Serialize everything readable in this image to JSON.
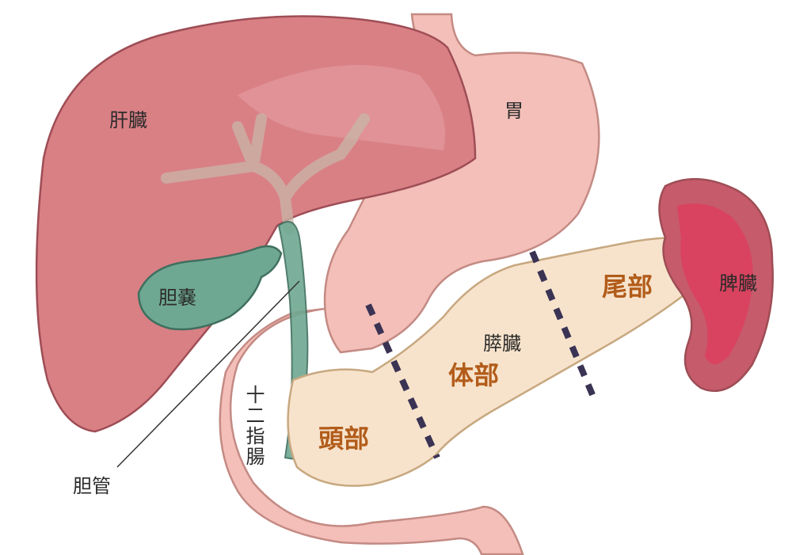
{
  "labels": {
    "liver": "肝臓",
    "stomach": "胃",
    "gallbladder": "胆嚢",
    "bile_duct": "胆管",
    "duodenum": "十二指腸",
    "pancreas": "膵臓",
    "spleen": "脾臓",
    "pancreas_head": "頭部",
    "pancreas_body": "体部",
    "pancreas_tail": "尾部"
  },
  "colors": {
    "liver": "#d98085",
    "liver_edge": "#9e4d55",
    "stomach": "#f3bfb8",
    "stomach_edge": "#c48a84",
    "gallbladder": "#6fa892",
    "gallbladder_edge": "#3f6f5f",
    "pancreas": "#f7e3cc",
    "pancreas_edge": "#c7a880",
    "spleen": "#c65b6c",
    "spleen_inner": "#d9435f",
    "divider": "#3a3354",
    "part_text": "#b25c1a"
  }
}
